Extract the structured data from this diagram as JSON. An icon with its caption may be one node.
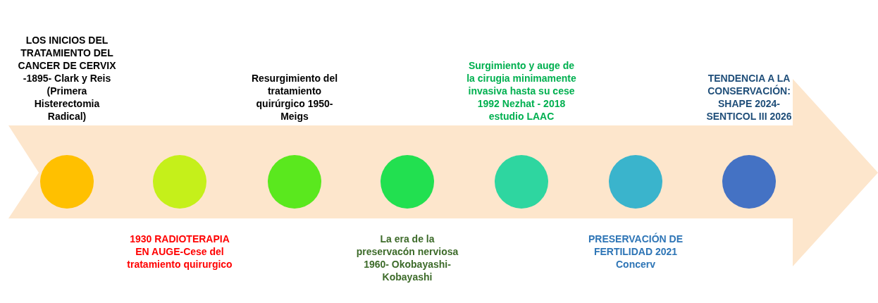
{
  "diagram": {
    "nodes": [
      {
        "text": [],
        "shape": "circle",
        "beside": [
          "LOS INICIOS DEL TRATAMIENTO DEL CANCER DE CERVIX -1895- Clark y Reis (Primera Histerectomia Radical)"
        ]
      },
      {
        "text": [],
        "shape": "circle",
        "beside": [
          "1930 RADIOTERAPIA EN AUGE-Cese del tratamiento quirurgico"
        ]
      },
      {
        "text": [],
        "shape": "circle",
        "beside": [
          "Resurgimiento del tratamiento quirúrgico 1950- Meigs"
        ]
      },
      {
        "text": [],
        "shape": "circle",
        "beside": [
          "La era de la preservacón nerviosa 1960- Okobayashi- Kobayashi"
        ]
      },
      {
        "text": [],
        "shape": "circle",
        "beside": [
          "Surgimiento y auge de la cirugia minimamente invasiva hasta su cese 1992 Nezhat - 2018 estudio LAAC"
        ]
      },
      {
        "text": [],
        "shape": "circle",
        "beside": [
          "PRESERVACIÓN DE FERTILIDAD 2021 Concerv"
        ]
      },
      {
        "text": [],
        "shape": "circle",
        "beside": [
          "TENDENCIA A LA CONSERVACIÓN: SHAPE 2024- SENTICOL III 2026"
        ]
      }
    ]
  }
}
